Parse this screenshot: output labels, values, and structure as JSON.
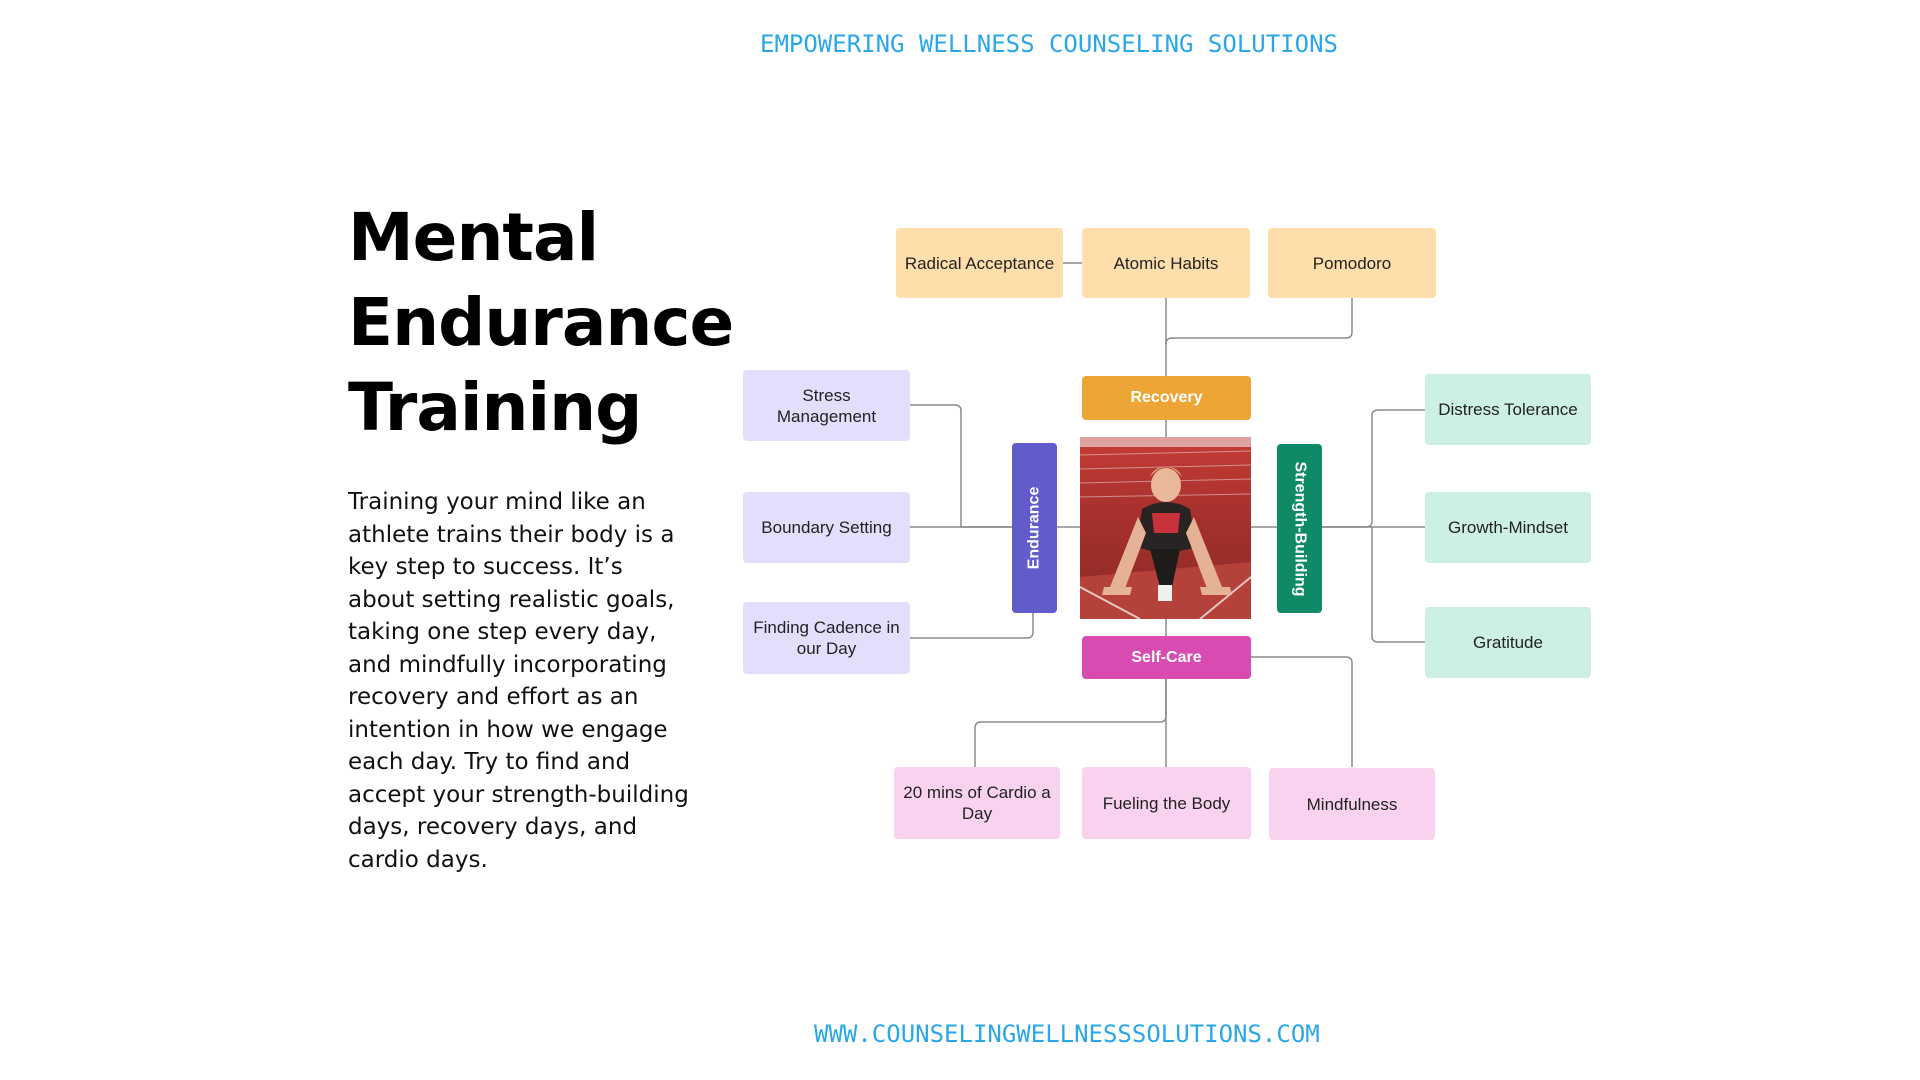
{
  "header": {
    "brand": "EMPOWERING WELLNESS COUNSELING SOLUTIONS"
  },
  "title": {
    "line1": "Mental",
    "line2": "Endurance",
    "line3": "Training"
  },
  "body_text": "Training your mind like an athlete trains their body is a key step to success. It’s about setting realistic goals, taking one step every day, and mindfully incorporating recovery and effort as an intention in how we engage each day. Try to find and accept your strength-building days, recovery days, and cardio days.",
  "diagram": {
    "hubs": {
      "recovery": "Recovery",
      "endurance": "Endurance",
      "strength": "Strength-Building",
      "selfcare": "Self-Care"
    },
    "recovery_items": [
      "Radical Acceptance",
      "Atomic Habits",
      "Pomodoro"
    ],
    "endurance_items": [
      "Stress Management",
      "Boundary Setting",
      "Finding Cadence in our Day"
    ],
    "strength_items": [
      "Distress Tolerance",
      "Growth-Mindset",
      "Gratitude"
    ],
    "selfcare_items": [
      "20 mins of Cardio a Day",
      "Fueling the Body",
      "Mindfulness"
    ],
    "colors": {
      "recovery_hub": "#eea537",
      "endurance_hub": "#615ccc",
      "strength_hub": "#0e8a67",
      "selfcare_hub": "#d84bb0",
      "recovery_leaf": "#fedeaa",
      "endurance_leaf": "#e2defb",
      "strength_leaf": "#cdf0e6",
      "selfcare_leaf": "#f8d2ef",
      "connector": "#8a8a8a"
    }
  },
  "footer": {
    "url": "WWW.COUNSELINGWELLNESSSOLUTIONS.COM"
  }
}
